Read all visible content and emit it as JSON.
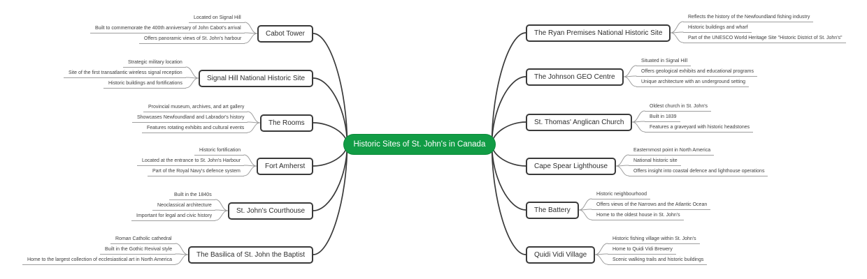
{
  "central": {
    "label": "Historic Sites of St. John's in Canada"
  },
  "colors": {
    "central_fill": "#119c45",
    "central_border": "#0b8a3a",
    "node_border": "#3a3a3a",
    "branch_line": "#3a3a3a",
    "leaf_line": "#9e9e9e"
  },
  "branches_left": [
    {
      "label": "Cabot Tower",
      "leaves": [
        "Located on Signal Hill",
        "Built to commemorate the 400th anniversary of John Cabot's arrival",
        "Offers panoramic views of St. John's harbour"
      ]
    },
    {
      "label": "Signal Hill National Historic Site",
      "leaves": [
        "Strategic military location",
        "Site of the first transatlantic wireless signal reception",
        "Historic buildings and fortifications"
      ]
    },
    {
      "label": "The Rooms",
      "leaves": [
        "Provincial museum, archives, and art gallery",
        "Showcases Newfoundland and Labrador's history",
        "Features rotating exhibits and cultural events"
      ]
    },
    {
      "label": "Fort Amherst",
      "leaves": [
        "Historic fortification",
        "Located at the entrance to St. John's Harbour",
        "Part of the Royal Navy's defence system"
      ]
    },
    {
      "label": "St. John's Courthouse",
      "leaves": [
        "Built in the 1840s",
        "Neoclassical architecture",
        "Important for legal and civic history"
      ]
    },
    {
      "label": "The Basilica of St. John the Baptist",
      "leaves": [
        "Roman Catholic cathedral",
        "Built in the Gothic Revival style",
        "Home to the largest collection of ecclesiastical art in North America"
      ]
    }
  ],
  "branches_right": [
    {
      "label": "The Ryan Premises National Historic Site",
      "leaves": [
        "Reflects the history of the Newfoundland fishing industry",
        "Historic buildings and wharf",
        "Part of the UNESCO World Heritage Site \"Historic District of St. John's\""
      ]
    },
    {
      "label": "The Johnson GEO Centre",
      "leaves": [
        "Situated in Signal Hill",
        "Offers geological exhibits and educational programs",
        "Unique architecture with an underground setting"
      ]
    },
    {
      "label": "St. Thomas' Anglican Church",
      "leaves": [
        "Oldest church in St. John's",
        "Built in 1839",
        "Features a graveyard with historic headstones"
      ]
    },
    {
      "label": "Cape Spear Lighthouse",
      "leaves": [
        "Easternmost point in North America",
        "National historic site",
        "Offers insight into coastal defence and lighthouse operations"
      ]
    },
    {
      "label": "The Battery",
      "leaves": [
        "Historic neighbourhood",
        "Offers views of the Narrows and the Atlantic Ocean",
        "Home to the oldest house in St. John's"
      ]
    },
    {
      "label": "Quidi Vidi Village",
      "leaves": [
        "Historic fishing village within St. John's",
        "Home to Quidi Vidi Brewery",
        "Scenic walking trails and historic buildings"
      ]
    }
  ]
}
